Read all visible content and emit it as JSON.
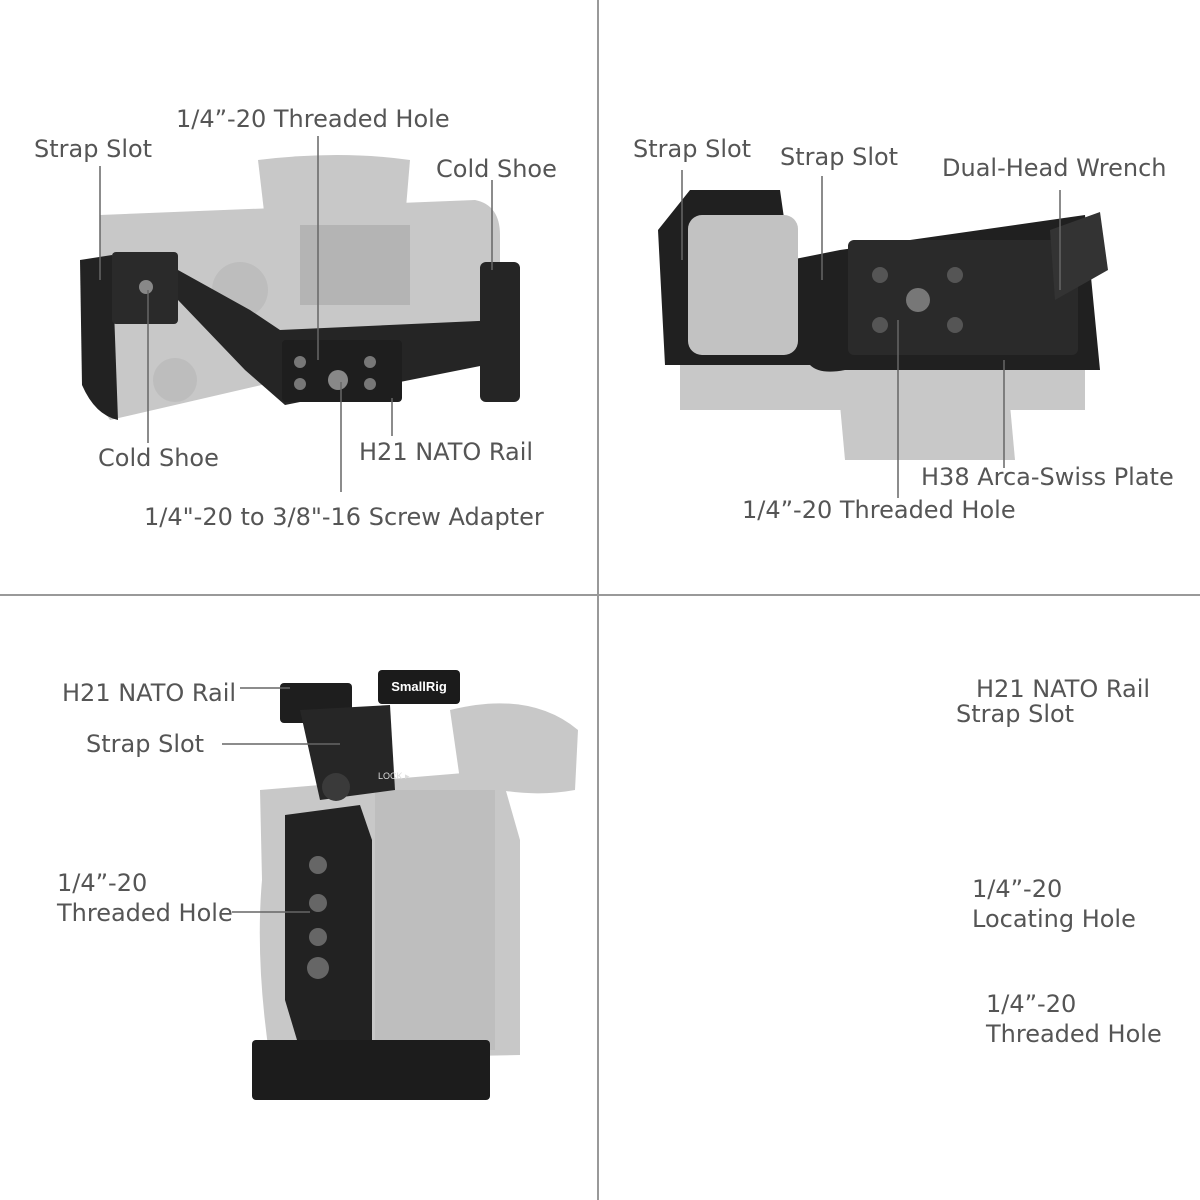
{
  "colors": {
    "background": "#ffffff",
    "divider": "#999999",
    "label": "#555555",
    "camera_body": "#c8c8c8",
    "camera_shade": "#b0b0b0",
    "cage_metal": "#222222",
    "cage_edge": "#3a3a3a"
  },
  "brand": {
    "text": "SmallRig"
  },
  "panels": {
    "top_left": {
      "labels": {
        "threaded_hole": "1/4”-20 Threaded Hole",
        "strap_slot": "Strap Slot",
        "cold_shoe_top": "Cold Shoe",
        "cold_shoe_bottom": "Cold Shoe",
        "nato_rail": "H21 NATO Rail",
        "screw_adapter": "1/4\"-20 to 3/8\"-16 Screw Adapter"
      }
    },
    "top_right": {
      "labels": {
        "strap_slot_left": "Strap Slot",
        "strap_slot_right": "Strap Slot",
        "wrench": "Dual-Head Wrench",
        "arca_plate": "H38 Arca-Swiss Plate",
        "threaded_hole": "1/4”-20 Threaded Hole"
      }
    },
    "bottom_left": {
      "labels": {
        "nato_rail": "H21 NATO Rail",
        "strap_slot": "Strap Slot",
        "threaded_hole_line1": "1/4”-20",
        "threaded_hole_line2": "Threaded Hole"
      },
      "lock_text": "LOCK ▸"
    },
    "bottom_right": {
      "labels": {
        "nato_rail": "H21 NATO Rail",
        "strap_slot": "Strap Slot",
        "locating_hole_line1": "1/4”-20",
        "locating_hole_line2": "Locating Hole",
        "threaded_hole_line1": "1/4”-20",
        "threaded_hole_line2": "Threaded Hole"
      }
    }
  }
}
